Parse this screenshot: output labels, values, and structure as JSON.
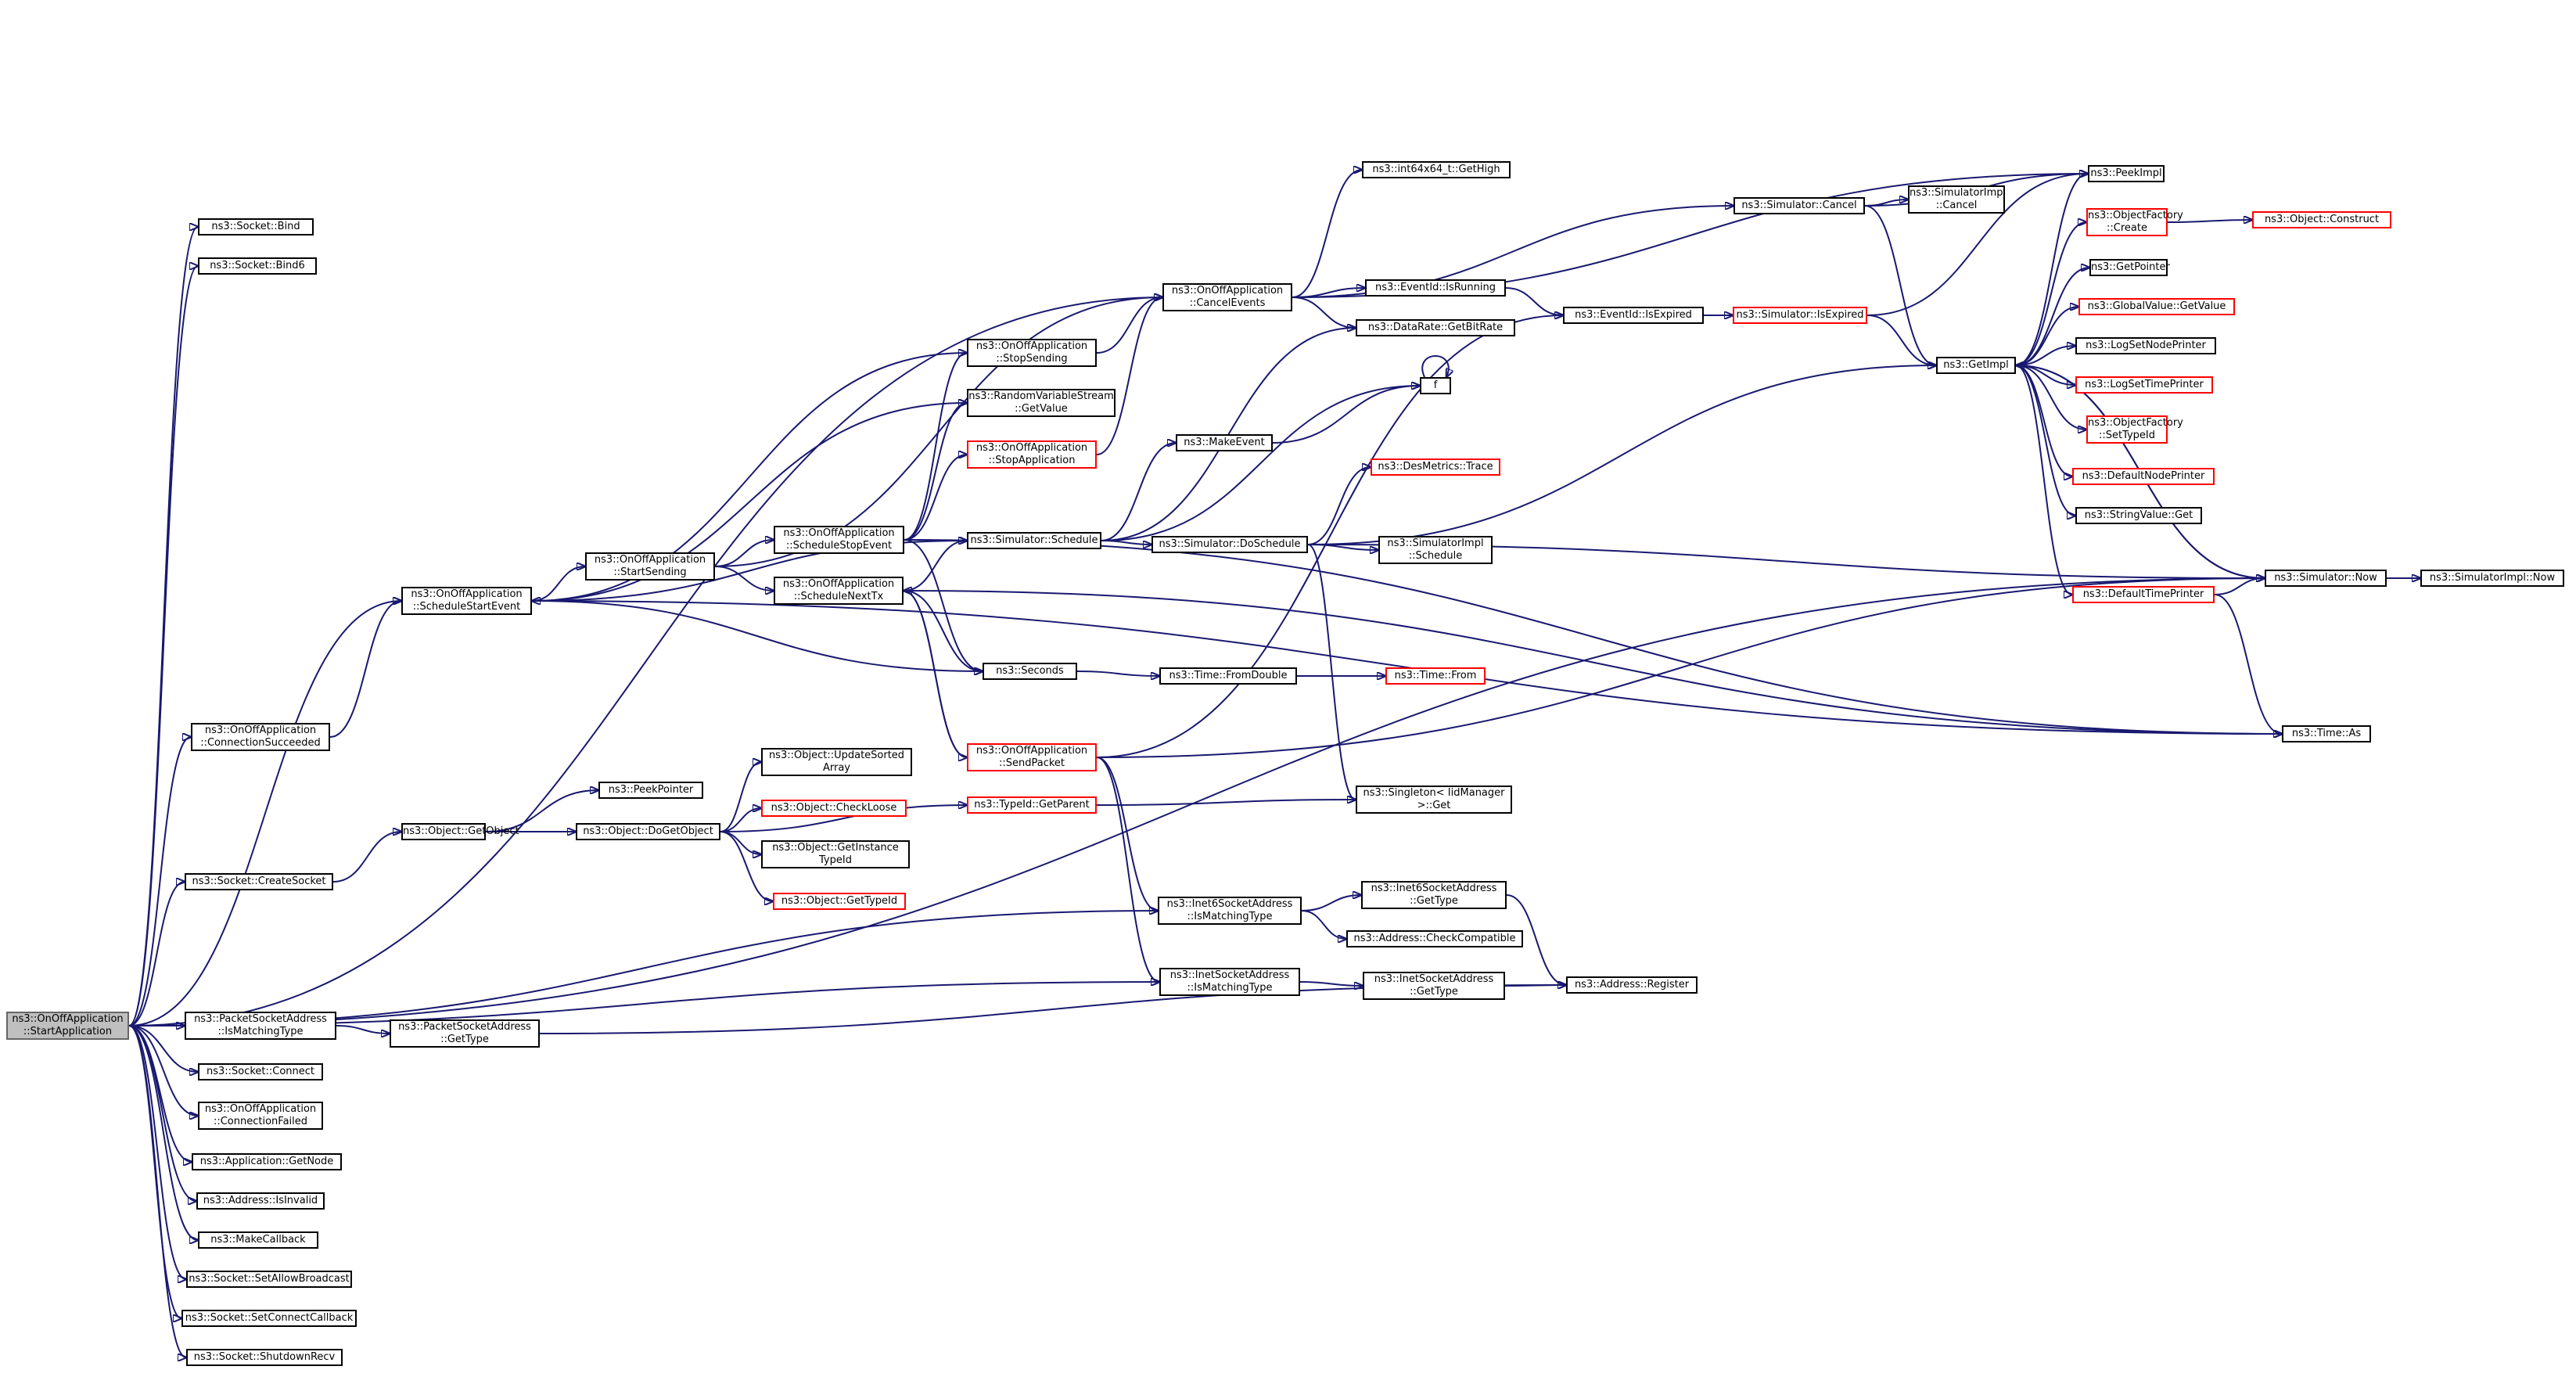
{
  "diagram": {
    "type": "call-graph",
    "edge_color": "#191970",
    "node_border_default": "#000000",
    "node_border_incomplete": "#ff0000",
    "root_fill": "#bfbfbf"
  },
  "nodes": [
    {
      "id": "root",
      "lines": [
        "ns3::OnOffApplication",
        "::StartApplication"
      ],
      "style": "root"
    },
    {
      "id": "sock_bind",
      "lines": [
        "ns3::Socket::Bind"
      ]
    },
    {
      "id": "sock_bind6",
      "lines": [
        "ns3::Socket::Bind6"
      ]
    },
    {
      "id": "conn_succ",
      "lines": [
        "ns3::OnOffApplication",
        "::ConnectionSucceeded"
      ]
    },
    {
      "id": "create_socket",
      "lines": [
        "ns3::Socket::CreateSocket"
      ]
    },
    {
      "id": "pkt_ismatch",
      "lines": [
        "ns3::PacketSocketAddress",
        "::IsMatchingType"
      ]
    },
    {
      "id": "sock_connect",
      "lines": [
        "ns3::Socket::Connect"
      ]
    },
    {
      "id": "conn_failed",
      "lines": [
        "ns3::OnOffApplication",
        "::ConnectionFailed"
      ]
    },
    {
      "id": "app_getnode",
      "lines": [
        "ns3::Application::GetNode"
      ]
    },
    {
      "id": "addr_isinvalid",
      "lines": [
        "ns3::Address::IsInvalid"
      ]
    },
    {
      "id": "makecallback",
      "lines": [
        "ns3::MakeCallback"
      ]
    },
    {
      "id": "setallowbc",
      "lines": [
        "ns3::Socket::SetAllowBroadcast"
      ]
    },
    {
      "id": "setconncb",
      "lines": [
        "ns3::Socket::SetConnectCallback"
      ]
    },
    {
      "id": "shutdownrecv",
      "lines": [
        "ns3::Socket::ShutdownRecv"
      ]
    },
    {
      "id": "sched_start",
      "lines": [
        "ns3::OnOffApplication",
        "::ScheduleStartEvent"
      ]
    },
    {
      "id": "obj_getobject",
      "lines": [
        "ns3::Object::GetObject"
      ]
    },
    {
      "id": "pkt_gettype",
      "lines": [
        "ns3::PacketSocketAddress",
        "::GetType"
      ]
    },
    {
      "id": "start_sending",
      "lines": [
        "ns3::OnOffApplication",
        "::StartSending"
      ]
    },
    {
      "id": "peekpointer",
      "lines": [
        "ns3::PeekPointer"
      ]
    },
    {
      "id": "dogetobject",
      "lines": [
        "ns3::Object::DoGetObject"
      ]
    },
    {
      "id": "sched_stop",
      "lines": [
        "ns3::OnOffApplication",
        "::ScheduleStopEvent"
      ]
    },
    {
      "id": "sched_nexttx",
      "lines": [
        "ns3::OnOffApplication",
        "::ScheduleNextTx"
      ]
    },
    {
      "id": "upd_sorted",
      "lines": [
        "ns3::Object::UpdateSorted",
        "Array"
      ]
    },
    {
      "id": "checkloose",
      "lines": [
        "ns3::Object::CheckLoose"
      ],
      "style": "red"
    },
    {
      "id": "getinsttypeid",
      "lines": [
        "ns3::Object::GetInstance",
        "TypeId"
      ]
    },
    {
      "id": "obj_gettypeid",
      "lines": [
        "ns3::Object::GetTypeId"
      ],
      "style": "red"
    },
    {
      "id": "stop_sending",
      "lines": [
        "ns3::OnOffApplication",
        "::StopSending"
      ]
    },
    {
      "id": "rvs_getvalue",
      "lines": [
        "ns3::RandomVariableStream",
        "::GetValue"
      ]
    },
    {
      "id": "stop_app",
      "lines": [
        "ns3::OnOffApplication",
        "::StopApplication"
      ],
      "style": "red"
    },
    {
      "id": "sim_schedule",
      "lines": [
        "ns3::Simulator::Schedule"
      ]
    },
    {
      "id": "seconds",
      "lines": [
        "ns3::Seconds"
      ]
    },
    {
      "id": "send_packet",
      "lines": [
        "ns3::OnOffApplication",
        "::SendPacket"
      ],
      "style": "red"
    },
    {
      "id": "typeid_getparent",
      "lines": [
        "ns3::TypeId::GetParent"
      ],
      "style": "red"
    },
    {
      "id": "cancel_events",
      "lines": [
        "ns3::OnOffApplication",
        "::CancelEvents"
      ]
    },
    {
      "id": "makeevent",
      "lines": [
        "ns3::MakeEvent"
      ]
    },
    {
      "id": "doschedule",
      "lines": [
        "ns3::Simulator::DoSchedule"
      ]
    },
    {
      "id": "fromdouble",
      "lines": [
        "ns3::Time::FromDouble"
      ]
    },
    {
      "id": "inet6_ismatch",
      "lines": [
        "ns3::Inet6SocketAddress",
        "::IsMatchingType"
      ]
    },
    {
      "id": "inet_ismatch",
      "lines": [
        "ns3::InetSocketAddress",
        "::IsMatchingType"
      ]
    },
    {
      "id": "int64_gethigh",
      "lines": [
        "ns3::int64x64_t::GetHigh"
      ]
    },
    {
      "id": "eventid_isrunning",
      "lines": [
        "ns3::EventId::IsRunning"
      ]
    },
    {
      "id": "datarate_getbitrate",
      "lines": [
        "ns3::DataRate::GetBitRate"
      ]
    },
    {
      "id": "f",
      "lines": [
        "f"
      ]
    },
    {
      "id": "desmetrics_trace",
      "lines": [
        "ns3::DesMetrics::Trace"
      ],
      "style": "red"
    },
    {
      "id": "simimpl_schedule",
      "lines": [
        "ns3::SimulatorImpl",
        "::Schedule"
      ]
    },
    {
      "id": "time_from",
      "lines": [
        "ns3::Time::From"
      ],
      "style": "red"
    },
    {
      "id": "singleton_get",
      "lines": [
        "ns3::Singleton< IidManager",
        " >::Get"
      ]
    },
    {
      "id": "inet6_gettype",
      "lines": [
        "ns3::Inet6SocketAddress",
        "::GetType"
      ]
    },
    {
      "id": "addr_checkcompat",
      "lines": [
        "ns3::Address::CheckCompatible"
      ]
    },
    {
      "id": "inet_gettype",
      "lines": [
        "ns3::InetSocketAddress",
        "::GetType"
      ]
    },
    {
      "id": "eventid_isexpired",
      "lines": [
        "ns3::EventId::IsExpired"
      ]
    },
    {
      "id": "addr_register",
      "lines": [
        "ns3::Address::Register"
      ]
    },
    {
      "id": "sim_cancel",
      "lines": [
        "ns3::Simulator::Cancel"
      ]
    },
    {
      "id": "sim_isexpired",
      "lines": [
        "ns3::Simulator::IsExpired"
      ],
      "style": "red"
    },
    {
      "id": "simimpl_cancel",
      "lines": [
        "ns3::SimulatorImpl",
        "::Cancel"
      ]
    },
    {
      "id": "getimpl",
      "lines": [
        "ns3::GetImpl"
      ]
    },
    {
      "id": "peekimpl",
      "lines": [
        "ns3::PeekImpl"
      ]
    },
    {
      "id": "objfactory_create",
      "lines": [
        "ns3::ObjectFactory",
        "::Create"
      ],
      "style": "red"
    },
    {
      "id": "getpointer",
      "lines": [
        "ns3::GetPointer"
      ]
    },
    {
      "id": "globalvalue_getvalue",
      "lines": [
        "ns3::GlobalValue::GetValue"
      ],
      "style": "red"
    },
    {
      "id": "logsetnodeprinter",
      "lines": [
        "ns3::LogSetNodePrinter"
      ]
    },
    {
      "id": "logsettimeprinter",
      "lines": [
        "ns3::LogSetTimePrinter"
      ],
      "style": "red"
    },
    {
      "id": "objfactory_settypeid",
      "lines": [
        "ns3::ObjectFactory",
        "::SetTypeId"
      ],
      "style": "red"
    },
    {
      "id": "defaultnodeprinter",
      "lines": [
        "ns3::DefaultNodePrinter"
      ],
      "style": "red"
    },
    {
      "id": "stringvalue_get",
      "lines": [
        "ns3::StringValue::Get"
      ]
    },
    {
      "id": "defaulttimeprinter",
      "lines": [
        "ns3::DefaultTimePrinter"
      ],
      "style": "red"
    },
    {
      "id": "sim_now",
      "lines": [
        "ns3::Simulator::Now"
      ]
    },
    {
      "id": "obj_construct",
      "lines": [
        "ns3::Object::Construct"
      ],
      "style": "red"
    },
    {
      "id": "simimpl_now",
      "lines": [
        "ns3::SimulatorImpl::Now"
      ]
    },
    {
      "id": "time_as",
      "lines": [
        "ns3::Time::As"
      ]
    }
  ],
  "edges": [
    [
      "root",
      "sock_bind"
    ],
    [
      "root",
      "sock_bind6"
    ],
    [
      "root",
      "cancel_events"
    ],
    [
      "root",
      "conn_succ"
    ],
    [
      "root",
      "sched_start"
    ],
    [
      "root",
      "create_socket"
    ],
    [
      "root",
      "inet6_ismatch"
    ],
    [
      "root",
      "inet_ismatch"
    ],
    [
      "root",
      "pkt_ismatch"
    ],
    [
      "root",
      "sock_connect"
    ],
    [
      "root",
      "conn_failed"
    ],
    [
      "root",
      "app_getnode"
    ],
    [
      "root",
      "addr_isinvalid"
    ],
    [
      "root",
      "makecallback"
    ],
    [
      "root",
      "setallowbc"
    ],
    [
      "root",
      "setconncb"
    ],
    [
      "root",
      "shutdownrecv"
    ],
    [
      "root",
      "sim_now"
    ],
    [
      "conn_succ",
      "sched_start"
    ],
    [
      "create_socket",
      "obj_getobject"
    ],
    [
      "pkt_ismatch",
      "pkt_gettype"
    ],
    [
      "pkt_gettype",
      "addr_register"
    ],
    [
      "sched_start",
      "start_sending"
    ],
    [
      "sched_start",
      "rvs_getvalue"
    ],
    [
      "sched_start",
      "sim_schedule"
    ],
    [
      "sched_start",
      "seconds"
    ],
    [
      "sched_start",
      "time_as"
    ],
    [
      "obj_getobject",
      "peekpointer"
    ],
    [
      "obj_getobject",
      "dogetobject"
    ],
    [
      "dogetobject",
      "upd_sorted"
    ],
    [
      "dogetobject",
      "checkloose"
    ],
    [
      "dogetobject",
      "getinsttypeid"
    ],
    [
      "dogetobject",
      "obj_gettypeid"
    ],
    [
      "dogetobject",
      "typeid_getparent"
    ],
    [
      "start_sending",
      "cancel_events"
    ],
    [
      "start_sending",
      "sched_stop"
    ],
    [
      "start_sending",
      "sched_nexttx"
    ],
    [
      "sched_stop",
      "stop_sending"
    ],
    [
      "sched_stop",
      "stop_app"
    ],
    [
      "sched_stop",
      "sim_schedule"
    ],
    [
      "sched_stop",
      "seconds"
    ],
    [
      "sched_stop",
      "time_as"
    ],
    [
      "sched_stop",
      "rvs_getvalue"
    ],
    [
      "sched_nexttx",
      "sim_schedule"
    ],
    [
      "sched_nexttx",
      "send_packet"
    ],
    [
      "sched_nexttx",
      "seconds"
    ],
    [
      "sched_nexttx",
      "time_as"
    ],
    [
      "stop_sending",
      "cancel_events"
    ],
    [
      "stop_sending",
      "sched_start"
    ],
    [
      "stop_app",
      "cancel_events"
    ],
    [
      "sim_schedule",
      "makeevent"
    ],
    [
      "sim_schedule",
      "doschedule"
    ],
    [
      "sim_schedule",
      "f"
    ],
    [
      "sim_schedule",
      "datarate_getbitrate"
    ],
    [
      "seconds",
      "fromdouble"
    ],
    [
      "fromdouble",
      "time_from"
    ],
    [
      "send_packet",
      "sched_nexttx"
    ],
    [
      "send_packet",
      "inet6_ismatch"
    ],
    [
      "send_packet",
      "inet_ismatch"
    ],
    [
      "send_packet",
      "sim_now"
    ],
    [
      "send_packet",
      "eventid_isexpired"
    ],
    [
      "typeid_getparent",
      "singleton_get"
    ],
    [
      "cancel_events",
      "int64_gethigh"
    ],
    [
      "cancel_events",
      "sim_cancel"
    ],
    [
      "cancel_events",
      "eventid_isrunning"
    ],
    [
      "cancel_events",
      "datarate_getbitrate"
    ],
    [
      "cancel_events",
      "peekimpl"
    ],
    [
      "makeevent",
      "f"
    ],
    [
      "f",
      "f"
    ],
    [
      "doschedule",
      "desmetrics_trace"
    ],
    [
      "doschedule",
      "simimpl_schedule"
    ],
    [
      "doschedule",
      "getimpl"
    ],
    [
      "doschedule",
      "sim_now"
    ],
    [
      "doschedule",
      "singleton_get"
    ],
    [
      "eventid_isrunning",
      "eventid_isexpired"
    ],
    [
      "eventid_isexpired",
      "sim_isexpired"
    ],
    [
      "sim_isexpired",
      "getimpl"
    ],
    [
      "sim_isexpired",
      "peekimpl"
    ],
    [
      "sim_cancel",
      "simimpl_cancel"
    ],
    [
      "sim_cancel",
      "getimpl"
    ],
    [
      "sim_cancel",
      "peekimpl"
    ],
    [
      "inet6_ismatch",
      "inet6_gettype"
    ],
    [
      "inet6_ismatch",
      "addr_checkcompat"
    ],
    [
      "inet6_gettype",
      "addr_register"
    ],
    [
      "inet_ismatch",
      "inet_gettype"
    ],
    [
      "inet_gettype",
      "addr_register"
    ],
    [
      "getimpl",
      "peekimpl"
    ],
    [
      "getimpl",
      "objfactory_create"
    ],
    [
      "getimpl",
      "getpointer"
    ],
    [
      "getimpl",
      "globalvalue_getvalue"
    ],
    [
      "getimpl",
      "logsetnodeprinter"
    ],
    [
      "getimpl",
      "logsettimeprinter"
    ],
    [
      "getimpl",
      "objfactory_settypeid"
    ],
    [
      "getimpl",
      "defaultnodeprinter"
    ],
    [
      "getimpl",
      "stringvalue_get"
    ],
    [
      "getimpl",
      "defaulttimeprinter"
    ],
    [
      "getimpl",
      "sim_now"
    ],
    [
      "objfactory_create",
      "obj_construct"
    ],
    [
      "defaulttimeprinter",
      "sim_now"
    ],
    [
      "defaulttimeprinter",
      "time_as"
    ],
    [
      "sim_now",
      "getimpl"
    ],
    [
      "sim_now",
      "simimpl_now"
    ]
  ]
}
